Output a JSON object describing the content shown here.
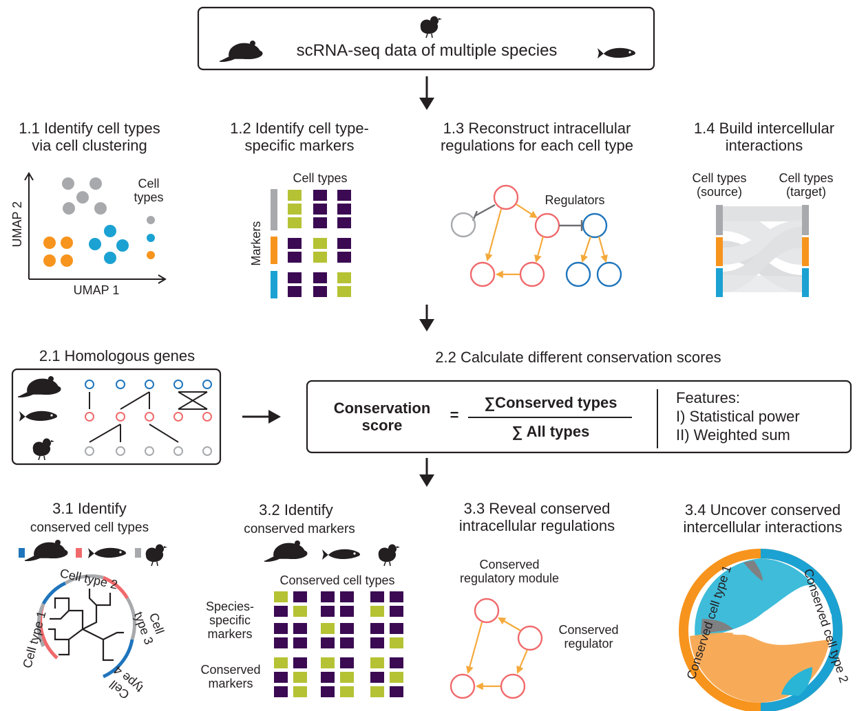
{
  "top_box": {
    "label": "scRNA-seq data of multiple species"
  },
  "step1": {
    "p1_title": "1.1 Identify cell types\nvia cell clustering",
    "p1_legend": "Cell\ntypes",
    "p1_xlabel": "UMAP 1",
    "p1_ylabel": "UMAP 2",
    "p2_title": "1.2 Identify cell type-\nspecific markers",
    "p2_top": "Cell types",
    "p2_side": "Markers",
    "p3_title": "1.3 Reconstruct intracellular\nregulations for each cell type",
    "p3_reg": "Regulators",
    "p4_title": "1.4 Build intercellular\ninteractions",
    "p4_src": "Cell types\n(source)",
    "p4_tgt": "Cell types\n(target)"
  },
  "step2": {
    "p1_title": "2.1 Homologous genes",
    "p2_title": "2.2 Calculate different conservation scores",
    "score_label": "Conservation\nscore",
    "equals": "=",
    "numerator": "∑Conserved types",
    "denominator": "∑ All types",
    "features_title": "Features:",
    "feature_1": "I) Statistical power",
    "feature_2": "II) Weighted sum"
  },
  "step3": {
    "p1_title_a": "3.1 Identify",
    "p1_title_b": "conserved cell types",
    "ct1": "Cell type 1",
    "ct2": "Cell type 2",
    "ct3": "Cell\ntype 3",
    "ct4": "Cell\ntype 4",
    "p2_title_a": "3.2 Identify",
    "p2_title_b": "conserved markers",
    "p2_top": "Conserved cell types",
    "p2_species": "Species-\nspecific\nmarkers",
    "p2_conserved": "Conserved\nmarkers",
    "p3_title": "3.3 Reveal conserved\nintracellular regulations",
    "p3_module": "Conserved\nregulatory module",
    "p3_regulator": "Conserved\nregulator",
    "p4_title": "3.4 Uncover conserved\nintercellular interactions",
    "p4_ct1": "Conserved cell type 1",
    "p4_ct2": "Conserved cell type 2"
  },
  "colors": {
    "gray": "#a7a9ac",
    "orange": "#f7941d",
    "blue": "#1ba2d2",
    "dblue": "#1f75bc",
    "red": "#f06a6c",
    "purple": "#3b0a52",
    "olive": "#b5c234",
    "arrow_yellow": "#f5a93b",
    "dark": "#231f20"
  },
  "icons": [
    "chick-icon",
    "mouse-icon",
    "zebrafish-icon",
    "down-arrow-icon",
    "right-arrow-icon"
  ]
}
